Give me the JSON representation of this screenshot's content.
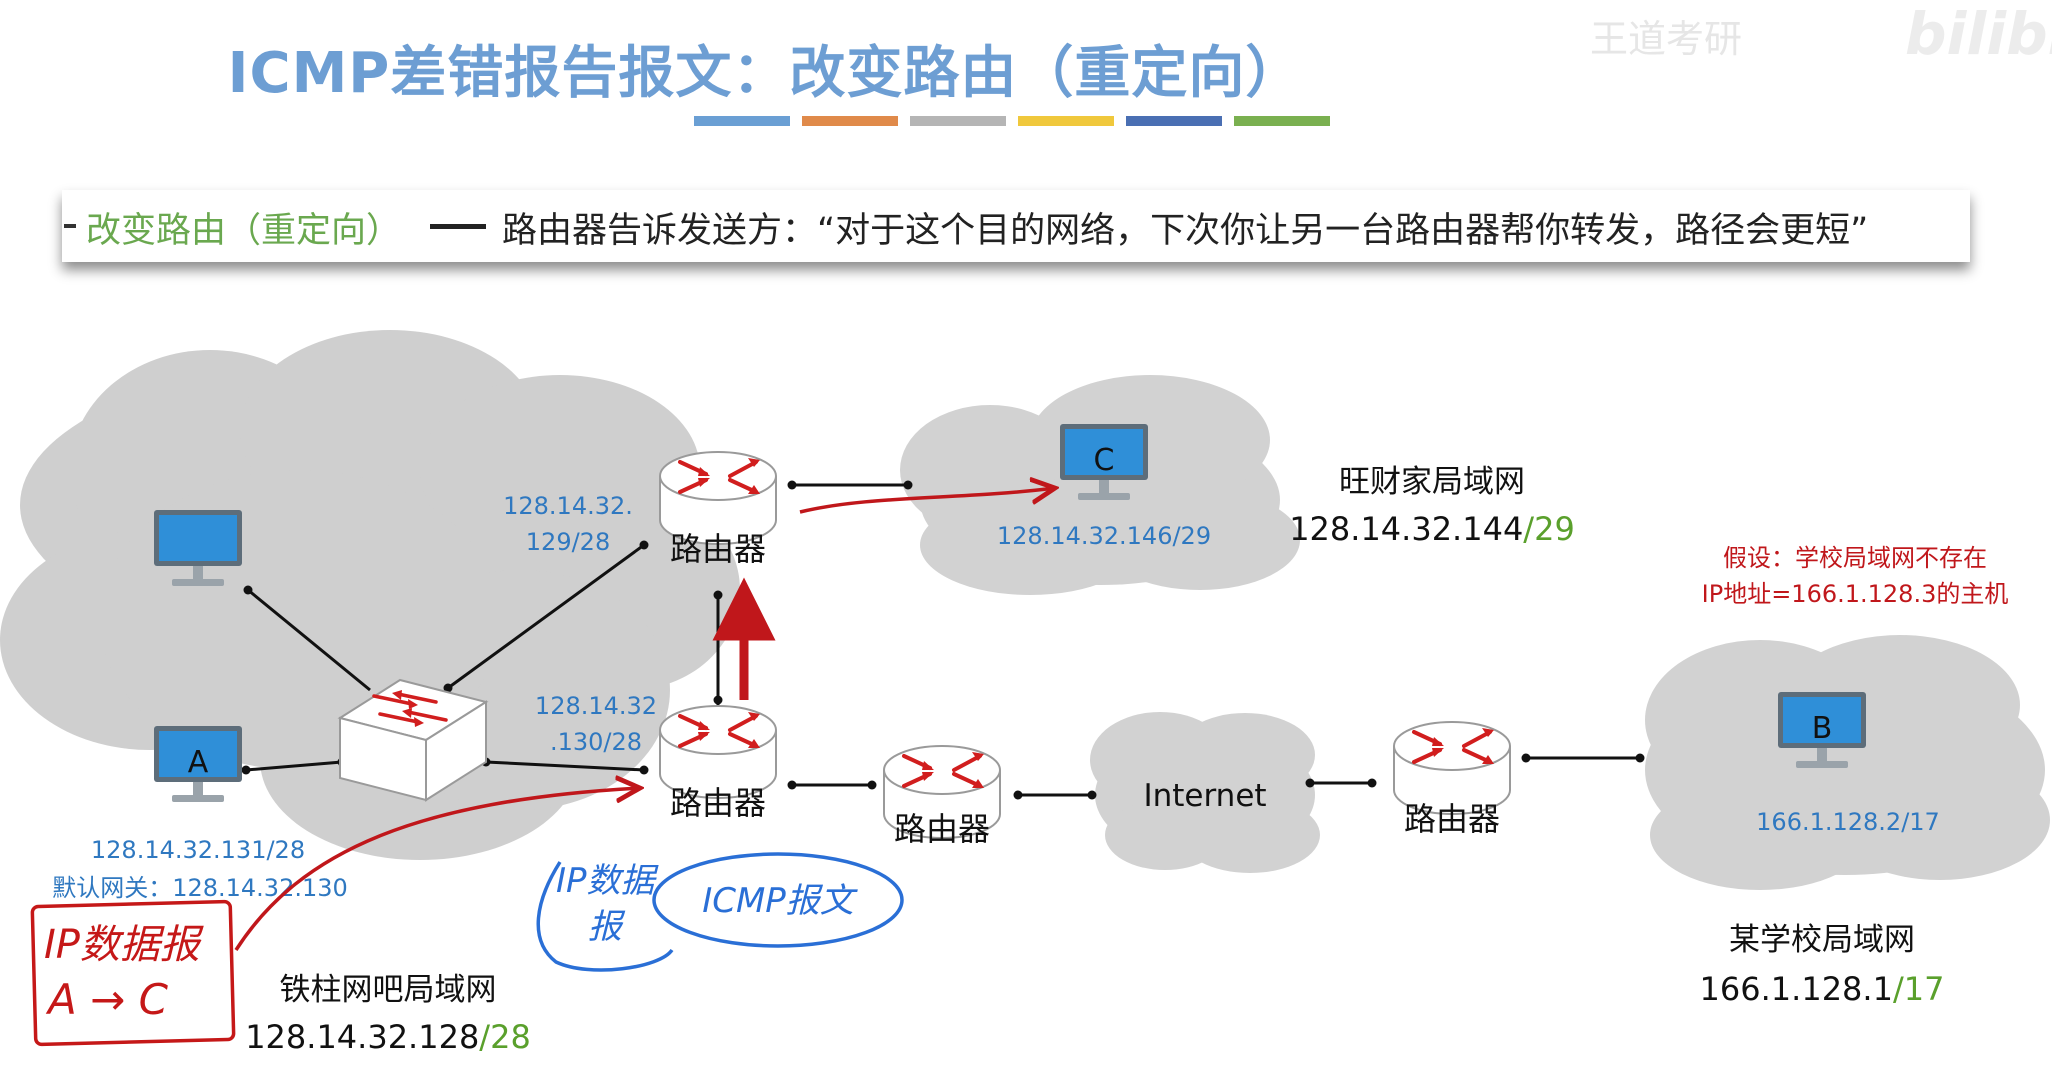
{
  "title": "ICMP差错报告报文：改变路由（重定向）",
  "watermark": "王道考研",
  "watermark_logo": "bilibili",
  "color_bars": [
    "#6a9fd4",
    "#e08a4a",
    "#b5b5b5",
    "#f0c83c",
    "#4a6fb3",
    "#7ab050"
  ],
  "banner": {
    "term": "改变路由（重定向）",
    "description": "路由器告诉发送方：“对于这个目的网络，下次你让另一台路由器帮你转发，路径会更短”"
  },
  "networks": {
    "tiezhu": {
      "name": "铁柱网吧局域网",
      "prefix": "128.14.32.128",
      "mask": "/28"
    },
    "wangcai": {
      "name": "旺财家局域网",
      "prefix": "128.14.32.144",
      "mask": "/29"
    },
    "school": {
      "name": "某学校局域网",
      "prefix": "166.1.128.1",
      "mask": "/17"
    }
  },
  "hosts": {
    "a": {
      "label": "A",
      "ip": "128.14.32.131/28",
      "gateway": "默认网关：128.14.32.130"
    },
    "c": {
      "label": "C",
      "ip": "128.14.32.146/29"
    },
    "b": {
      "label": "B",
      "ip": "166.1.128.2/17"
    }
  },
  "routers": {
    "label": "路由器"
  },
  "router_ips": {
    "top_line1": "128.14.32.",
    "top_line2": "129/28",
    "mid_line1": "128.14.32",
    "mid_line2": ".130/28"
  },
  "internet": "Internet",
  "assumption": {
    "line1": "假设：学校局域网不存在",
    "line2": "IP地址=166.1.128.3的主机"
  },
  "annotations": {
    "datagram_line1": "IP数据报",
    "datagram_line2": "A → C",
    "ip_dg_line1": "IP数据",
    "ip_dg_line2": "报",
    "icmp": "ICMP报文"
  },
  "colors": {
    "blue_text": "#2f78c0",
    "green": "#5aa02c",
    "red_arrow": "#c0171b",
    "cloud": "#cfcfcf",
    "screen": "#2f8fd8",
    "hand_blue": "#2a6fd6",
    "hand_red": "#c51818"
  }
}
